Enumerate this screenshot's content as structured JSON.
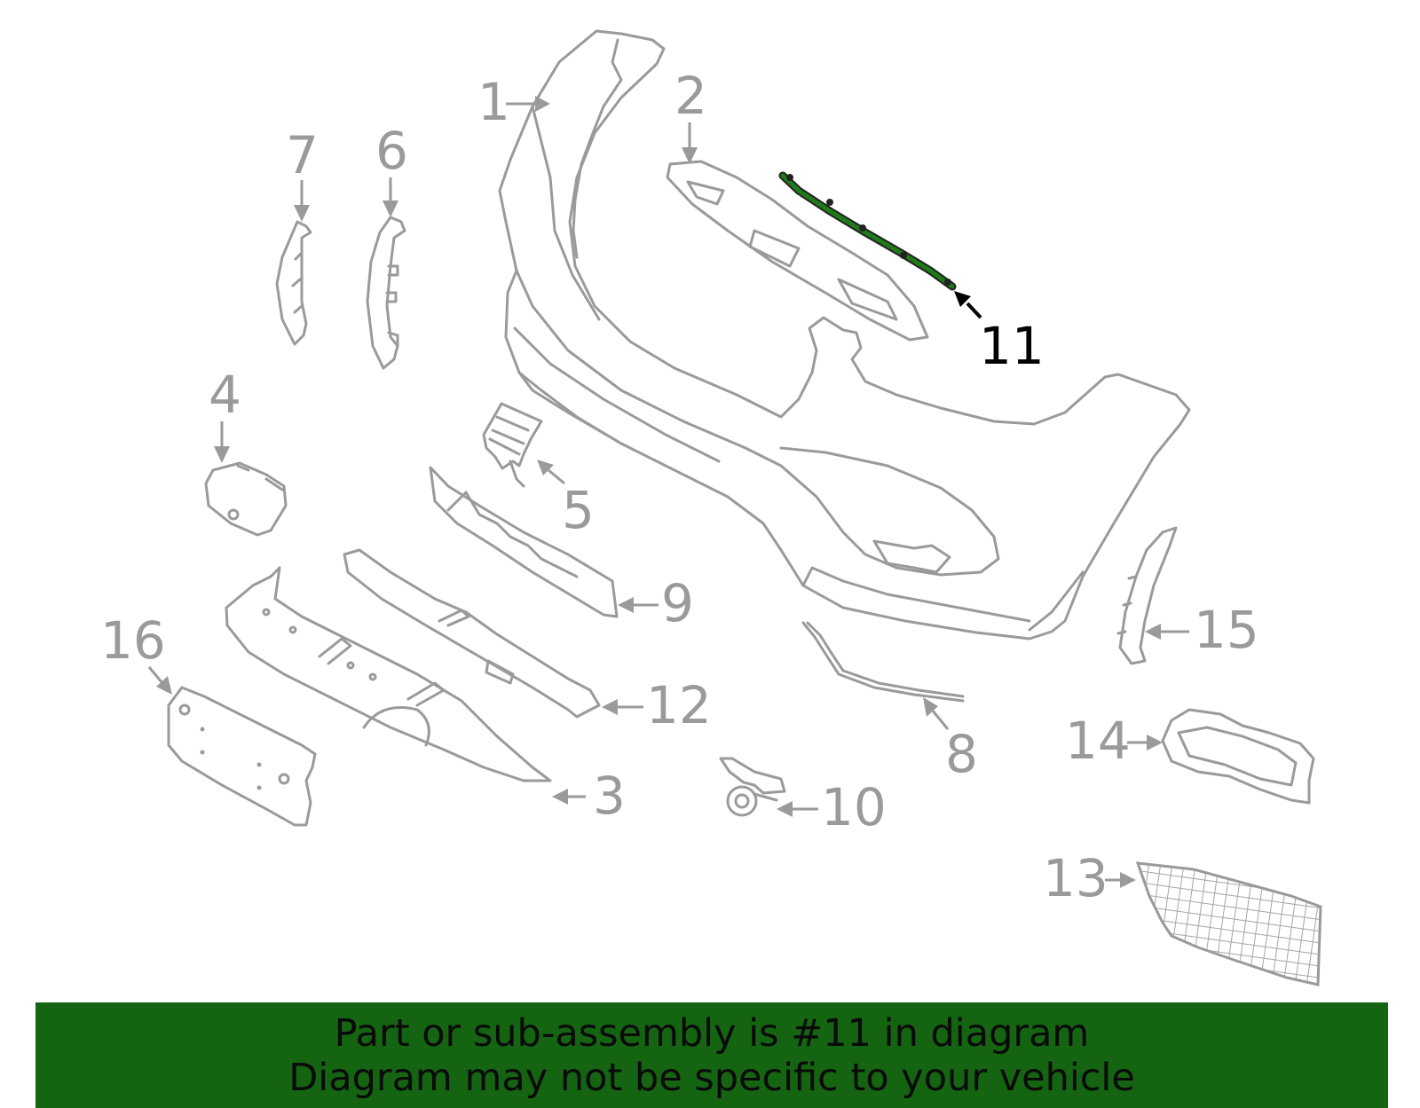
{
  "diagram": {
    "highlight_color": "#1e7a1a",
    "callouts": [
      {
        "id": "1",
        "label": "1"
      },
      {
        "id": "2",
        "label": "2"
      },
      {
        "id": "3",
        "label": "3"
      },
      {
        "id": "4",
        "label": "4"
      },
      {
        "id": "5",
        "label": "5"
      },
      {
        "id": "6",
        "label": "6"
      },
      {
        "id": "7",
        "label": "7"
      },
      {
        "id": "8",
        "label": "8"
      },
      {
        "id": "9",
        "label": "9"
      },
      {
        "id": "10",
        "label": "10"
      },
      {
        "id": "11",
        "label": "11",
        "highlighted": true
      },
      {
        "id": "12",
        "label": "12"
      },
      {
        "id": "13",
        "label": "13"
      },
      {
        "id": "14",
        "label": "14"
      },
      {
        "id": "15",
        "label": "15"
      },
      {
        "id": "16",
        "label": "16"
      }
    ]
  },
  "banner": {
    "background": "#146412",
    "line1": "Part or sub-assembly is #11 in diagram",
    "line2": "Diagram may not be specific to your vehicle"
  }
}
